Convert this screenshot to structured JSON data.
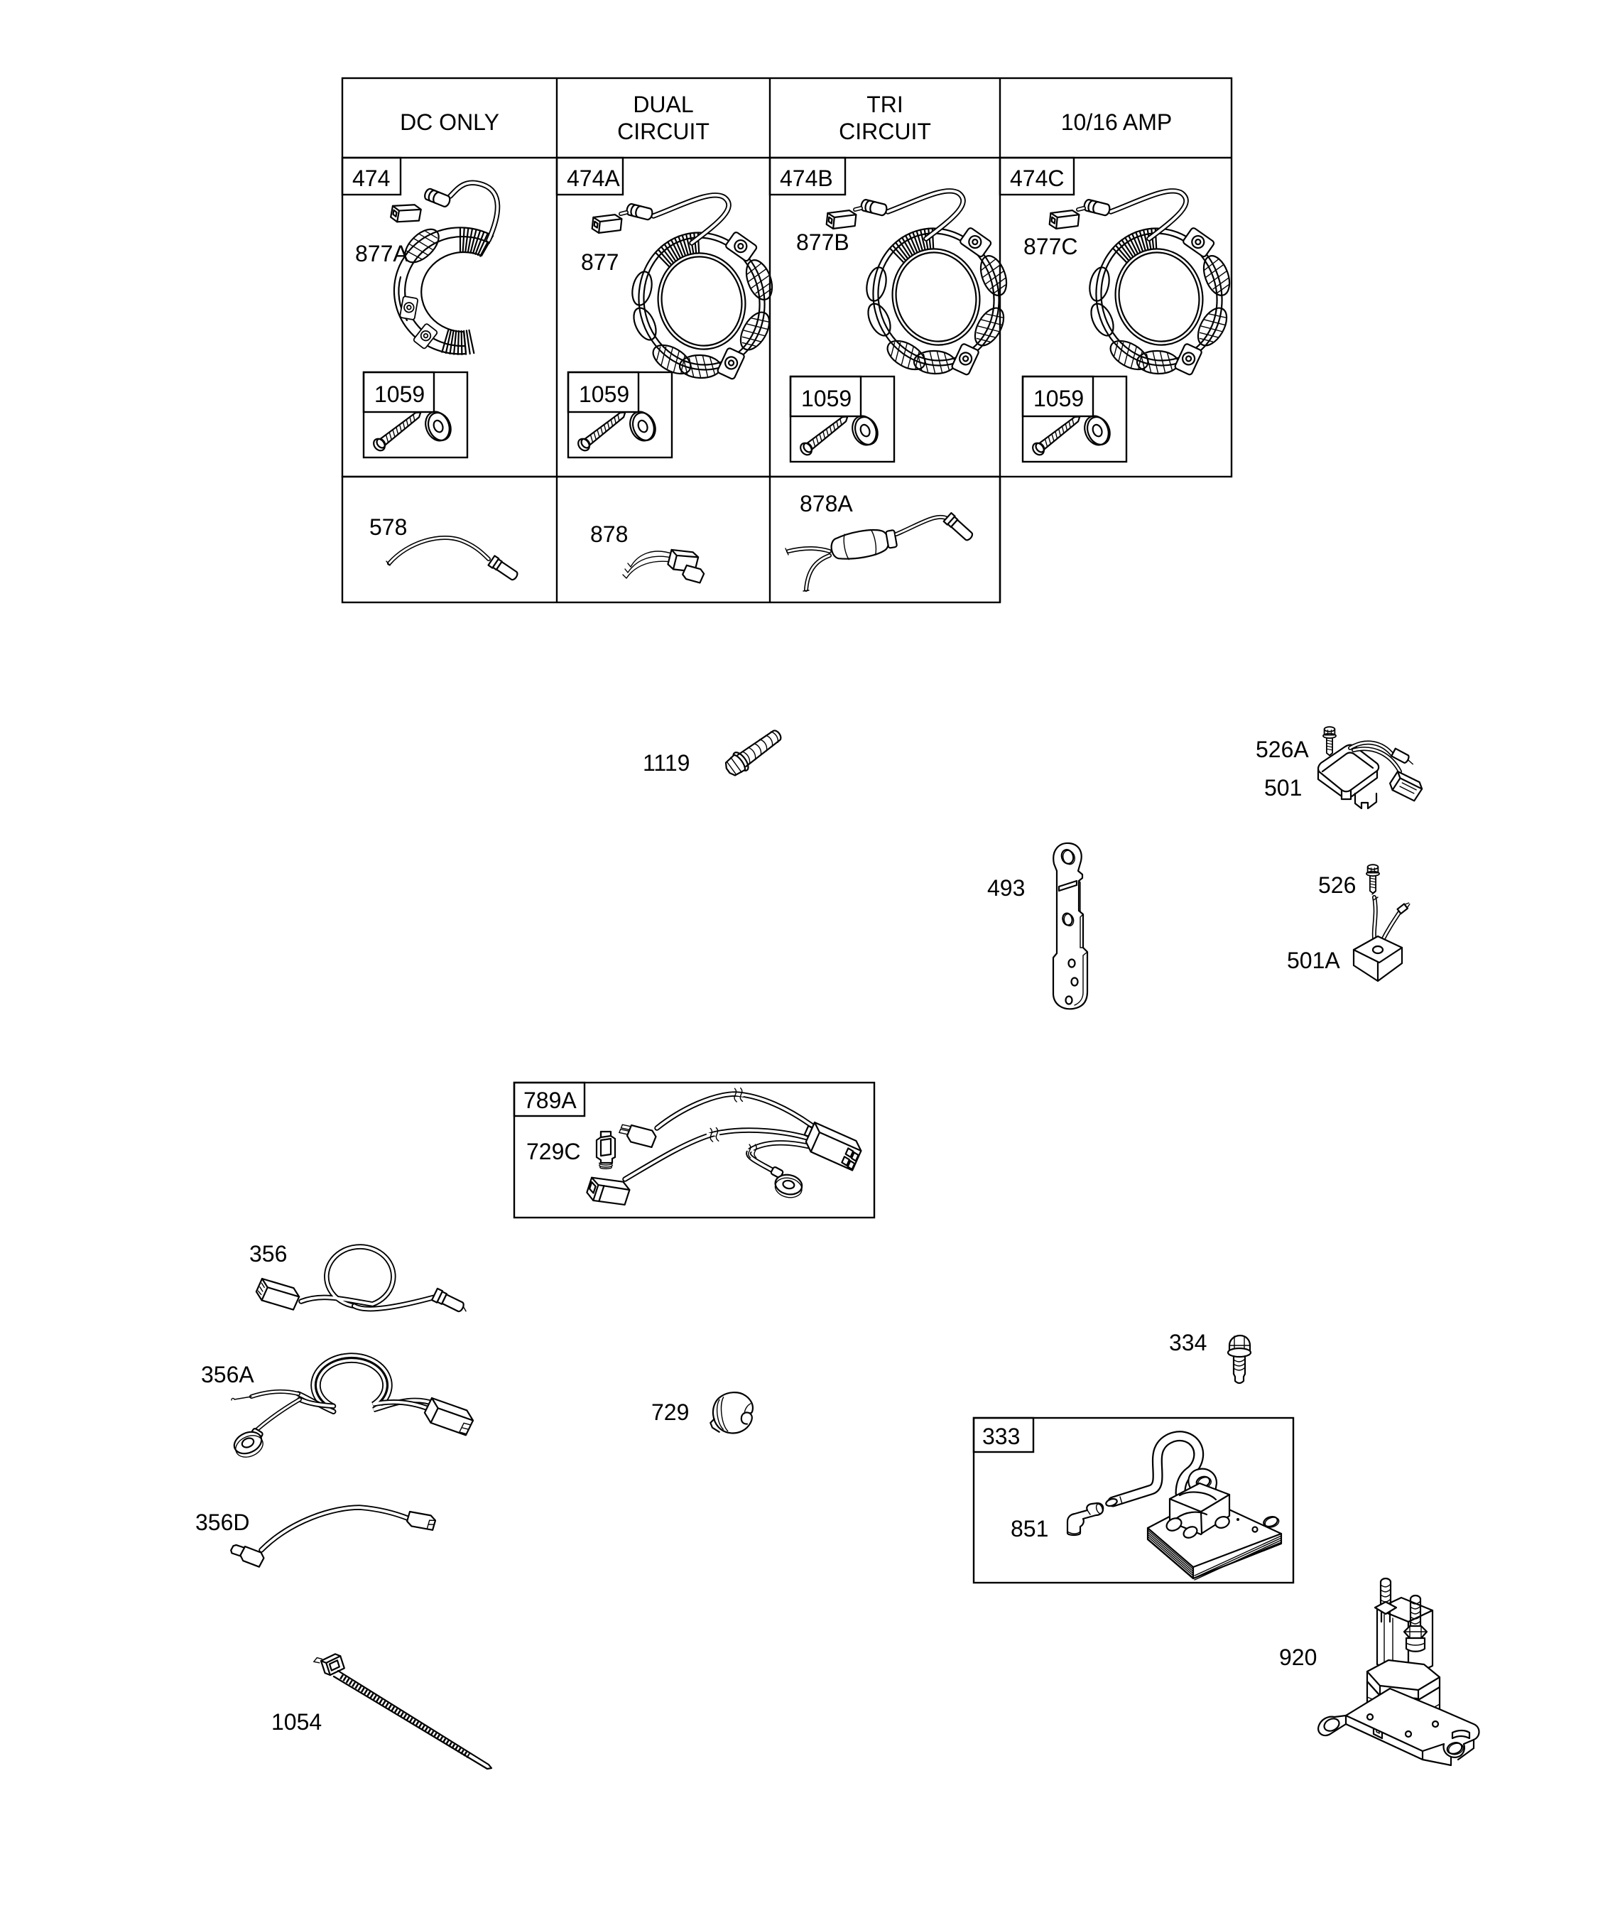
{
  "page": {
    "background": "#ffffff",
    "ink": "#000000"
  },
  "table": {
    "columns": [
      {
        "header_lines": [
          "DC ONLY"
        ],
        "part_no": "474",
        "stator_label": "877A",
        "kit_no": "1059"
      },
      {
        "header_lines": [
          "DUAL",
          "CIRCUIT"
        ],
        "part_no": "474A",
        "stator_label": "877",
        "kit_no": "1059"
      },
      {
        "header_lines": [
          "TRI",
          "CIRCUIT"
        ],
        "part_no": "474B",
        "stator_label": "877B",
        "kit_no": "1059"
      },
      {
        "header_lines": [
          "10/16 AMP"
        ],
        "part_no": "474C",
        "stator_label": "877C",
        "kit_no": "1059"
      }
    ],
    "bottom_cells": [
      {
        "label": "578"
      },
      {
        "label": "878"
      },
      {
        "label": "878A"
      }
    ]
  },
  "parts": {
    "bolt_1119": "1119",
    "screw_526A": "526A",
    "regulator_501": "501",
    "bracket_493": "493",
    "screw_526": "526",
    "regulator_501A": "501A",
    "harness_box_789A": "789A",
    "clip_729C": "729C",
    "wire_356": "356",
    "wire_356A": "356A",
    "wire_356D": "356D",
    "clip_729": "729",
    "bolt_334": "334",
    "coil_box_333": "333",
    "boot_851": "851",
    "solenoid_920": "920",
    "cable_tie_1054": "1054"
  }
}
